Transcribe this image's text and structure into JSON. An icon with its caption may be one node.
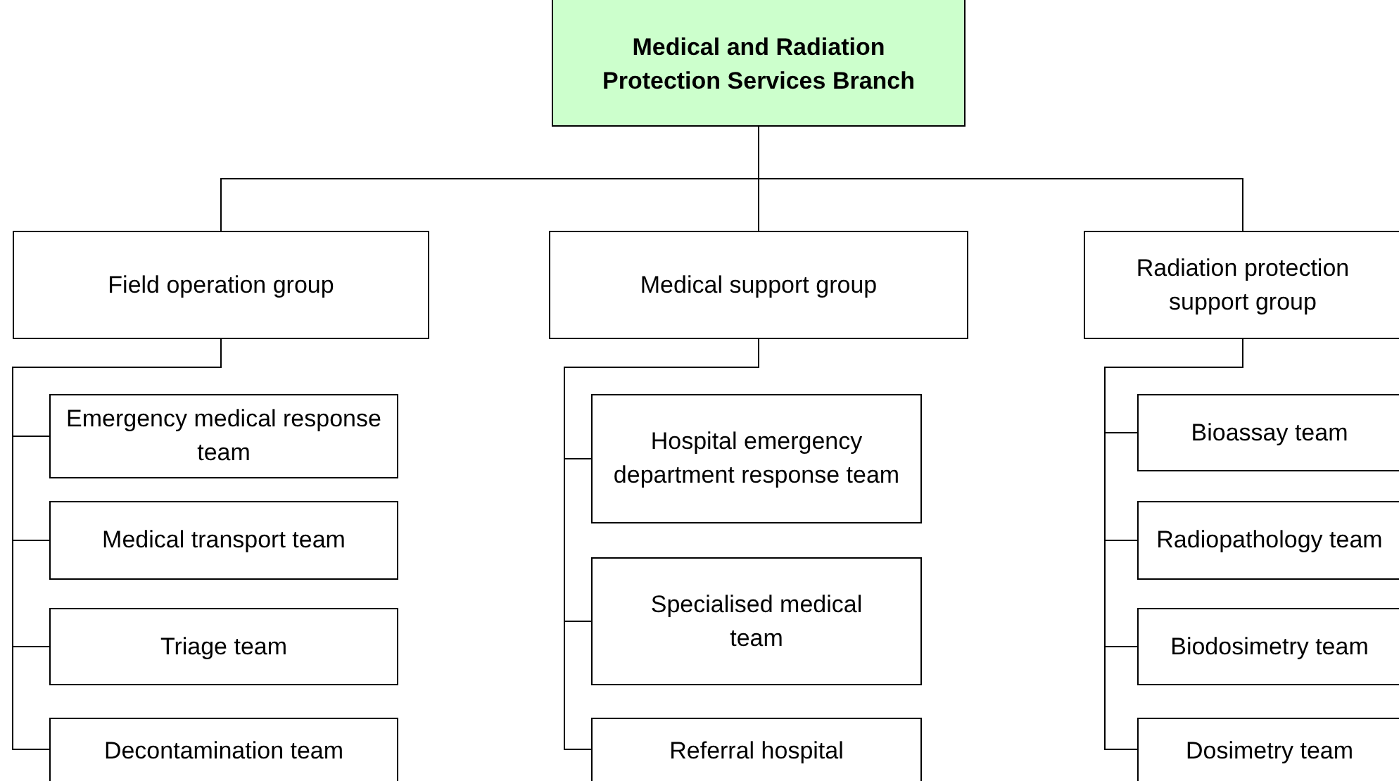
{
  "diagram": {
    "nodes": [
      {
        "text": [
          "Medical and Radiation Protection Services Branch"
        ]
      },
      {
        "text": [
          "Field operation group"
        ]
      },
      {
        "text": [
          "Medical support group"
        ]
      },
      {
        "text": [
          "Radiation protection support group"
        ]
      },
      {
        "text": [
          "Emergency medical response team"
        ]
      },
      {
        "text": [
          "Medical transport team"
        ]
      },
      {
        "text": [
          "Triage team"
        ]
      },
      {
        "text": [
          "Decontamination team"
        ]
      },
      {
        "text": [
          "Hospital emergency department response team"
        ]
      },
      {
        "text": [
          "Specialised medical team"
        ]
      },
      {
        "text": [
          "Referral hospital"
        ]
      },
      {
        "text": [
          "Bioassay team"
        ]
      },
      {
        "text": [
          "Radiopathology team"
        ]
      },
      {
        "text": [
          "Biodosimetry team"
        ]
      },
      {
        "text": [
          "Dosimetry team"
        ]
      }
    ],
    "edges": [
      {
        "from": 0,
        "to": 1,
        "arrow": "none"
      },
      {
        "from": 0,
        "to": 2,
        "arrow": "none"
      },
      {
        "from": 0,
        "to": 3,
        "arrow": "none"
      },
      {
        "from": 1,
        "to": 4,
        "arrow": "none"
      },
      {
        "from": 1,
        "to": 5,
        "arrow": "none"
      },
      {
        "from": 1,
        "to": 6,
        "arrow": "none"
      },
      {
        "from": 1,
        "to": 7,
        "arrow": "none"
      },
      {
        "from": 2,
        "to": 8,
        "arrow": "none"
      },
      {
        "from": 2,
        "to": 9,
        "arrow": "none"
      },
      {
        "from": 2,
        "to": 10,
        "arrow": "none"
      },
      {
        "from": 3,
        "to": 11,
        "arrow": "none"
      },
      {
        "from": 3,
        "to": 12,
        "arrow": "none"
      },
      {
        "from": 3,
        "to": 13,
        "arrow": "none"
      },
      {
        "from": 3,
        "to": 14,
        "arrow": "none"
      }
    ]
  }
}
